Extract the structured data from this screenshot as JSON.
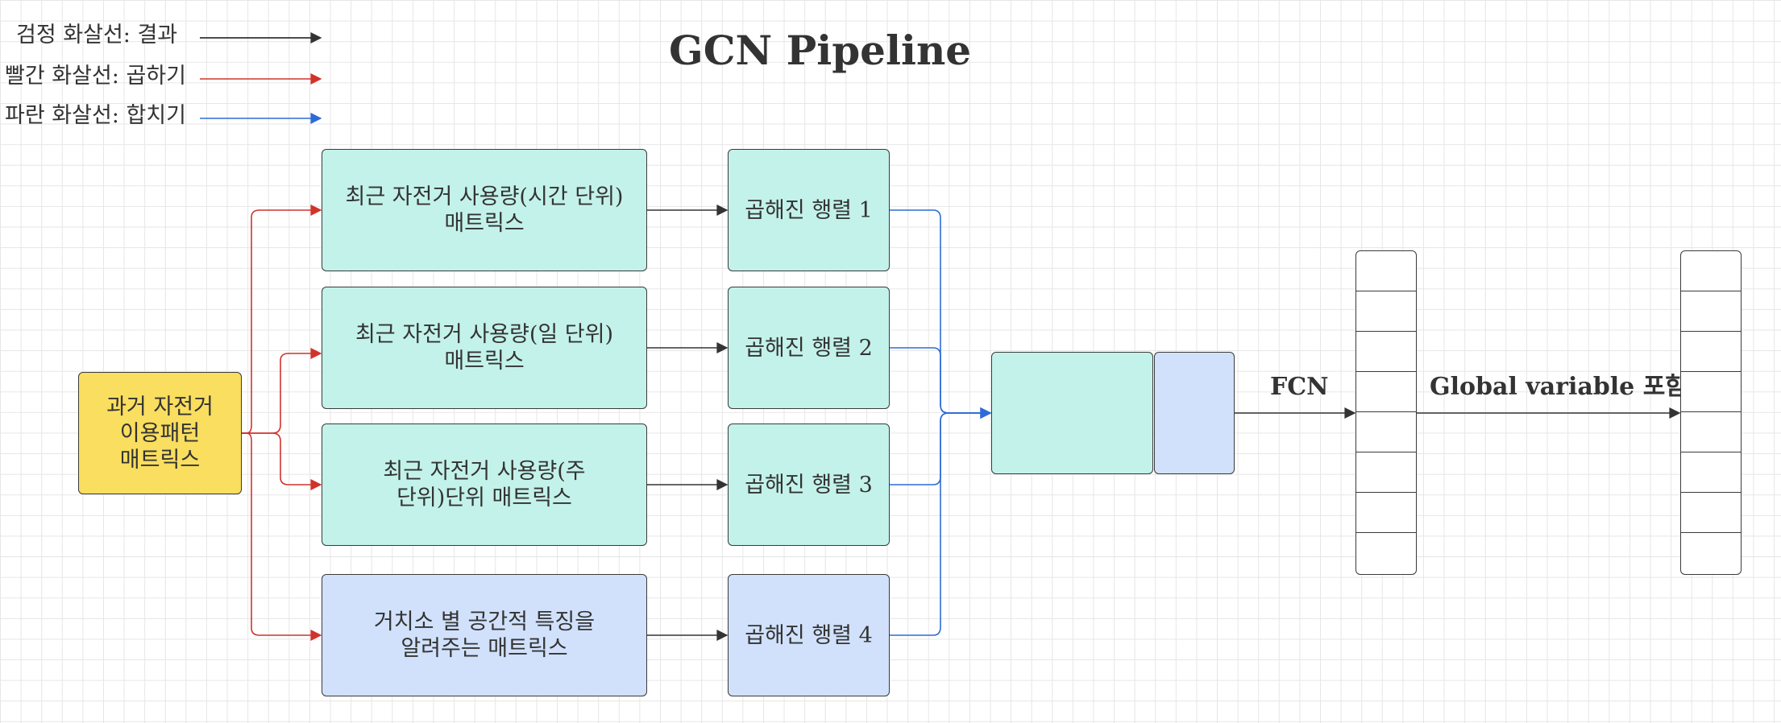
{
  "title": "GCN Pipeline",
  "legend": [
    {
      "label": "검정 화살선: 결과",
      "color": "#000000"
    },
    {
      "label": "빨간 화살선: 곱하기",
      "color": "#d0332b"
    },
    {
      "label": "파란 화살선: 합치기",
      "color": "#2f6bd6"
    }
  ],
  "source": {
    "label": "과거 자전거\n이용패턴\n매트릭스"
  },
  "inputs": [
    {
      "label": "최근 자전거 사용량(시간  단위)\n매트릭스"
    },
    {
      "label": "최근 자전거 사용량(일  단위)\n매트릭스"
    },
    {
      "label": "최근 자전거 사용량(주\n단위)단위 매트릭스"
    },
    {
      "label": "거치소 별 공간적 특징을\n알려주는 매트릭스"
    }
  ],
  "products": [
    {
      "label": "곱해진 행렬 1"
    },
    {
      "label": "곱해진 행렬 2"
    },
    {
      "label": "곱해진 행렬 3"
    },
    {
      "label": "곱해진 행렬 4"
    }
  ],
  "edge_labels": {
    "fcn": "FCN",
    "global": "Global variable 포함"
  },
  "colors": {
    "teal": "#c3f2ea",
    "blue": "#d1e1fb",
    "yellow": "#f9de5f",
    "result_arrow": "#333333",
    "multiply_arrow": "#d0332b",
    "merge_arrow": "#2f6bd6"
  }
}
